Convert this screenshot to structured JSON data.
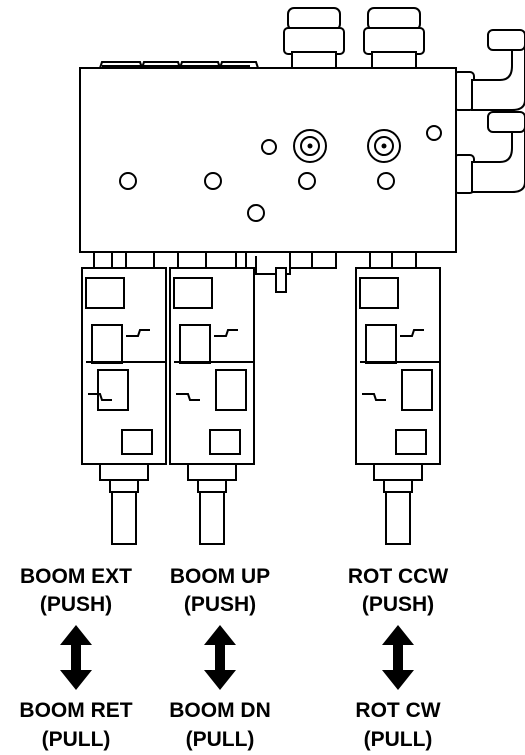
{
  "diagram": {
    "controls": [
      {
        "push_label": "BOOM EXT",
        "push_action": "(PUSH)",
        "pull_label": "BOOM RET",
        "pull_action": "(PULL)"
      },
      {
        "push_label": "BOOM UP",
        "push_action": "(PUSH)",
        "pull_label": "BOOM DN",
        "pull_action": "(PULL)"
      },
      {
        "push_label": "ROT CCW",
        "push_action": "(PUSH)",
        "pull_label": "ROT CW",
        "pull_action": "(PULL)"
      }
    ],
    "colors": {
      "line": "#000000",
      "background": "#ffffff"
    }
  }
}
